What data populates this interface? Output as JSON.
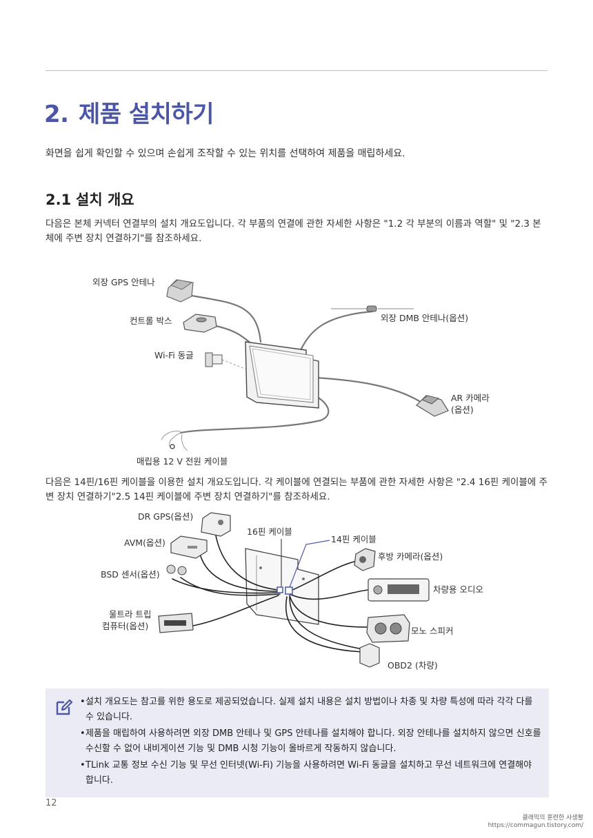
{
  "section": {
    "number": "2.",
    "title": "제품 설치하기",
    "intro": "화면을 쉽게 확인할 수 있으며 손쉽게 조작할 수 있는 위치를 선택하여 제품을 매립하세요."
  },
  "subsection": {
    "number": "2.1",
    "title": "설치 개요",
    "para1": "다음은 본체 커넥터 연결부의 설치 개요도입니다. 각 부품의 연결에 관한 자세한 사항은 \"1.2 각 부분의 이름과 역할\" 및 \"2.3 본체에 주변 장치 연결하기\"를 참조하세요.",
    "para2": "다음은 14핀/16핀 케이블을 이용한 설치 개요도입니다. 각 케이블에 연결되는 부품에 관한 자세한 사항은 \"2.4 16핀 케이블에 주변 장치 연결하기\"2.5 14핀 케이블에 주변 장치 연결하기\"를 참조하세요."
  },
  "diagram1": {
    "gps": "외장 GPS 안테나",
    "control": "컨트롤 박스",
    "wifi": "Wi-Fi 동글",
    "dmb": "외장 DMB 안테나(옵션)",
    "ar1": "AR 카메라",
    "ar2": "(옵션)",
    "power": "매립용 12 V 전원 케이블"
  },
  "diagram2": {
    "drgps": "DR GPS(옵션)",
    "avm": "AVM(옵션)",
    "bsd": "BSD 센서(옵션)",
    "ultra1": "울트라 트립",
    "ultra2": "컴퓨터(옵션)",
    "cable16": "16핀 케이블",
    "cable14": "14핀 케이블",
    "rear": "후방 카메라(옵션)",
    "audio": "차량용 오디오",
    "mono": "모노 스피커",
    "obd": "OBD2 (차량)"
  },
  "notes": [
    "설치 개요도는 참고를 위한 용도로 제공되었습니다. 실제 설치 내용은 설치 방법이나 차종 및 차량 특성에 따라 각각 다를 수 있습니다.",
    "제품을 매립하여 사용하려면 외장 DMB 안테나 및 GPS 안테나를 설치해야 합니다. 외장 안테나를 설치하지 않으면 신호를 수신할 수 없어 내비게이션 기능 및 DMB 시청 기능이 올바르게 작동하지 않습니다.",
    "TLink 교통 정보 수신 기능 및 무선 인터넷(Wi-Fi) 기능을 사용하려면 Wi-Fi 동글을 설치하고 무선 네트워크에 연결해야 합니다."
  ],
  "bullet": "•",
  "page_number": "12",
  "watermark": {
    "line1": "클래믹의 훈련한 사생활",
    "line2": "https://commagun.tistory.com/"
  },
  "colors": {
    "heading": "#4b57a6",
    "note_bg": "#ebebf5",
    "cable14_line": "#4b57a6"
  }
}
